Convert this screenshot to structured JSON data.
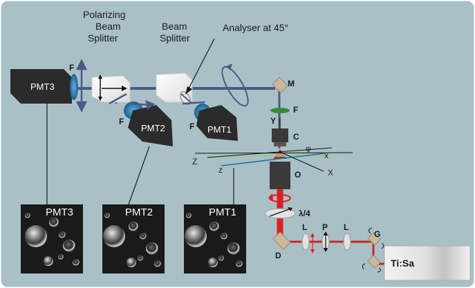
{
  "labels": {
    "polarizing_beam_splitter": [
      "Polarizing",
      "Beam",
      "Splitter"
    ],
    "beam_splitter": [
      "Beam",
      "Splitter"
    ],
    "analyser": "Analyser at 45°",
    "pmt1": "PMT1",
    "pmt2": "PMT2",
    "pmt3": "PMT3",
    "filter": "F",
    "mirror": "M",
    "y_label": "Y",
    "condenser": "C",
    "objective": "O",
    "quarter_wave": "λ/4",
    "lens": "L",
    "polarizer": "P",
    "dichroic": "D",
    "galvo": "G",
    "laser": "Ti:Sa",
    "axis_x_small": "x",
    "axis_x_big": "X",
    "axis_z_small": "z",
    "axis_z_big": "Z",
    "phi": "φ"
  },
  "image_panels": [
    {
      "label": "PMT3"
    },
    {
      "label": "PMT2"
    },
    {
      "label": "PMT1"
    }
  ],
  "colors": {
    "background": "#a9c0c7",
    "beam": "#4a5a85",
    "laser_beam": "#d82020",
    "pmt_body": "#2b2b2b",
    "pmt_lens": "#1d6fa8",
    "splitter": "#f4f4f4",
    "filter_green": "#3a8a3a"
  }
}
